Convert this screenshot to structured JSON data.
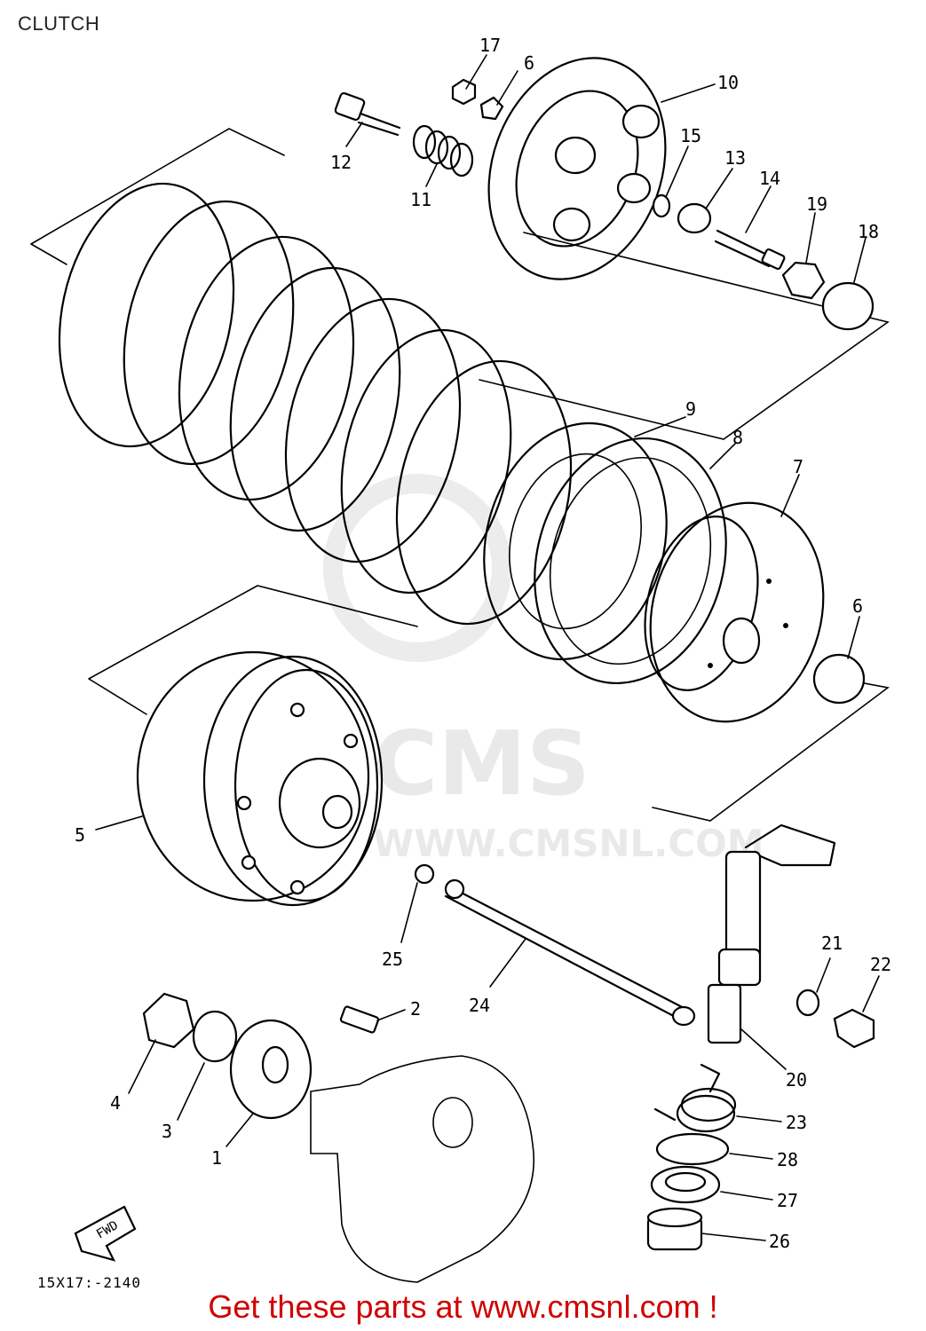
{
  "page_title": "CLUTCH",
  "watermark": {
    "brand": "CMS",
    "url": "WWW.CMSNL.COM"
  },
  "fwd_label": "FWD",
  "reference_code": "15X17:-2140",
  "footer_text": "Get these parts at www.cmsnl.com !",
  "callouts": [
    "17",
    "6",
    "10",
    "12",
    "11",
    "15",
    "13",
    "14",
    "19",
    "18",
    "9",
    "8",
    "7",
    "6",
    "5",
    "25",
    "24",
    "21",
    "22",
    "2",
    "4",
    "3",
    "1",
    "20",
    "23",
    "28",
    "27",
    "26"
  ]
}
